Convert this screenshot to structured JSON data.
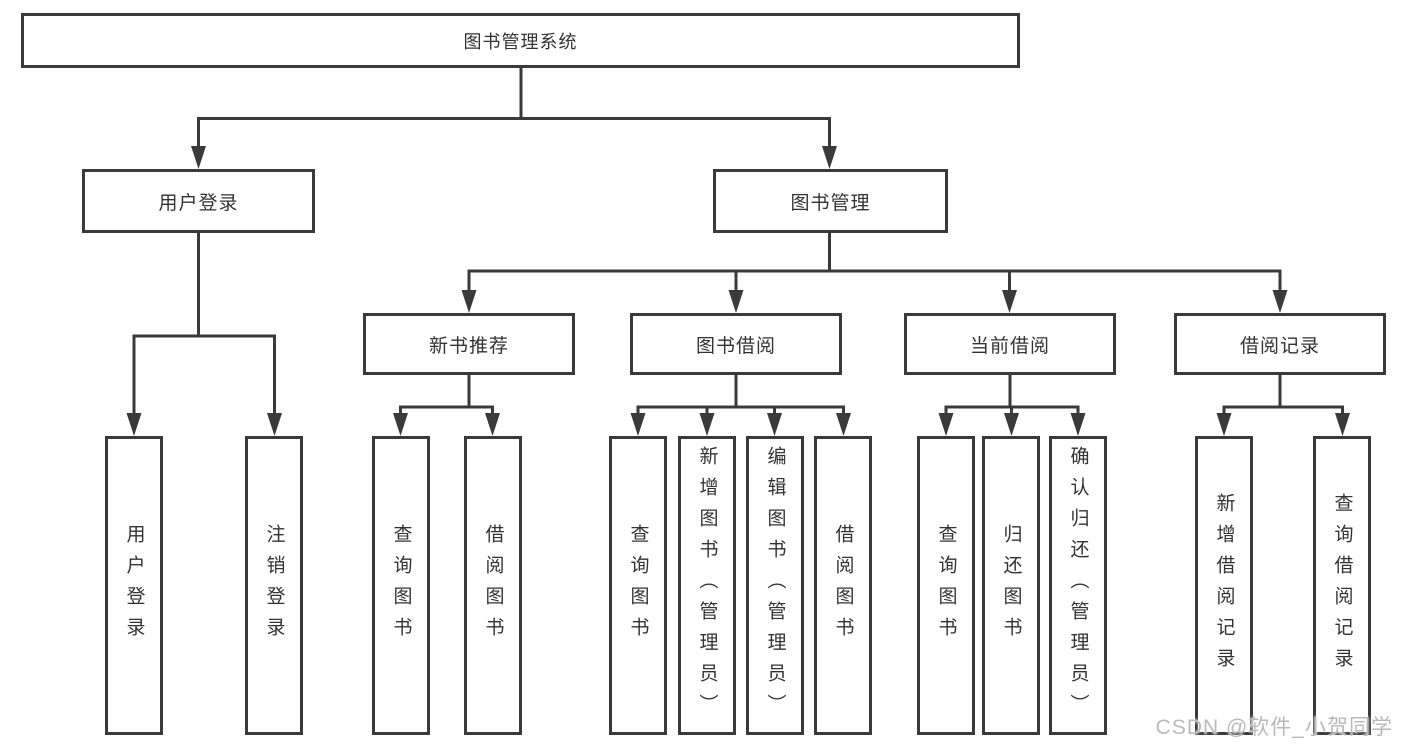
{
  "diagram": {
    "tree": {
      "label": "图书管理系统",
      "children": [
        {
          "label": "用户登录",
          "children": [
            {
              "label": "用户登录"
            },
            {
              "label": "注销登录"
            }
          ]
        },
        {
          "label": "图书管理",
          "children": [
            {
              "label": "新书推荐",
              "children": [
                {
                  "label": "查询图书"
                },
                {
                  "label": "借阅图书"
                }
              ]
            },
            {
              "label": "图书借阅",
              "children": [
                {
                  "label": "查询图书"
                },
                {
                  "label": "新增图书（管理员）"
                },
                {
                  "label": "编辑图书（管理员）"
                },
                {
                  "label": "借阅图书"
                }
              ]
            },
            {
              "label": "当前借阅",
              "children": [
                {
                  "label": "查询图书"
                },
                {
                  "label": "归还图书"
                },
                {
                  "label": "确认归还（管理员）"
                }
              ]
            },
            {
              "label": "借阅记录",
              "children": [
                {
                  "label": "新增借阅记录"
                },
                {
                  "label": "查询借阅记录"
                }
              ]
            }
          ]
        }
      ]
    },
    "watermark": "CSDN @软件_小贺同学",
    "colors": {
      "line": "#3a3a3a",
      "text": "#333333",
      "background": "#ffffff",
      "watermark": "#b9b9b9"
    }
  }
}
